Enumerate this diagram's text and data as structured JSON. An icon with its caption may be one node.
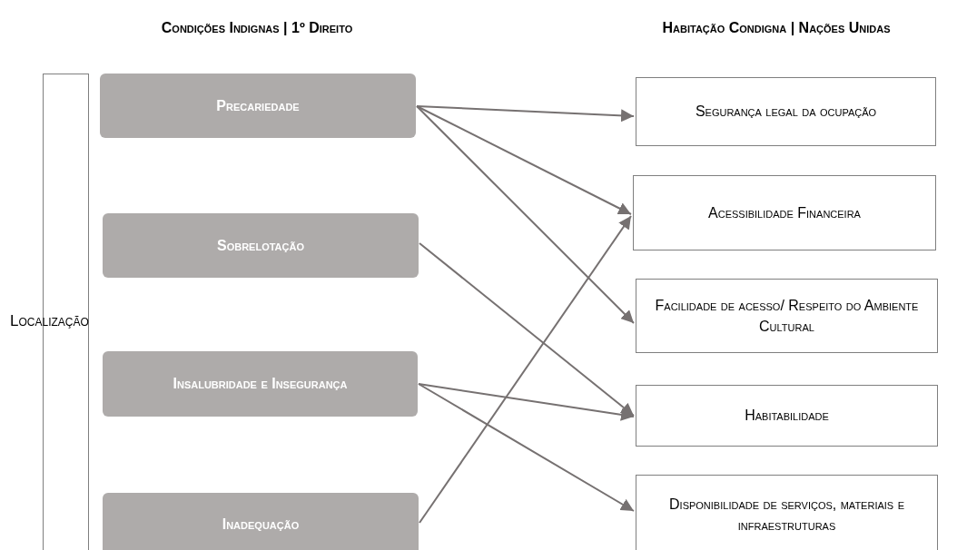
{
  "diagram": {
    "nodes": [
      {
        "text": [
          "Localização"
        ]
      },
      {
        "text": [
          "Precariedade"
        ]
      },
      {
        "text": [
          "Sobrelotação"
        ]
      },
      {
        "text": [
          "Insalubridade e Insegurança"
        ]
      },
      {
        "text": [
          "Inadequação"
        ]
      },
      {
        "text": [
          "Segurança legal da ocupação"
        ]
      },
      {
        "text": [
          "Acessibilidade Financeira"
        ]
      },
      {
        "text": [
          "Facilidade de acesso/ Respeito do Ambiente Cultural"
        ]
      },
      {
        "text": [
          "Habitabilidade"
        ]
      },
      {
        "text": [
          "Disponibilidade de serviços, materiais e infraestruturas"
        ]
      }
    ],
    "edges": [
      {
        "from": 1,
        "to": 5,
        "arrow": "to"
      },
      {
        "from": 1,
        "to": 6,
        "arrow": "to"
      },
      {
        "from": 1,
        "to": 7,
        "arrow": "to"
      },
      {
        "from": 2,
        "to": 8,
        "arrow": "to"
      },
      {
        "from": 3,
        "to": 8,
        "arrow": "to"
      },
      {
        "from": 3,
        "to": 9,
        "arrow": "to"
      },
      {
        "from": 4,
        "to": 6,
        "arrow": "to"
      }
    ],
    "labels": [
      "Condições Indignas | 1º Direito",
      "Habitação Condigna | Nações Unidas"
    ]
  }
}
